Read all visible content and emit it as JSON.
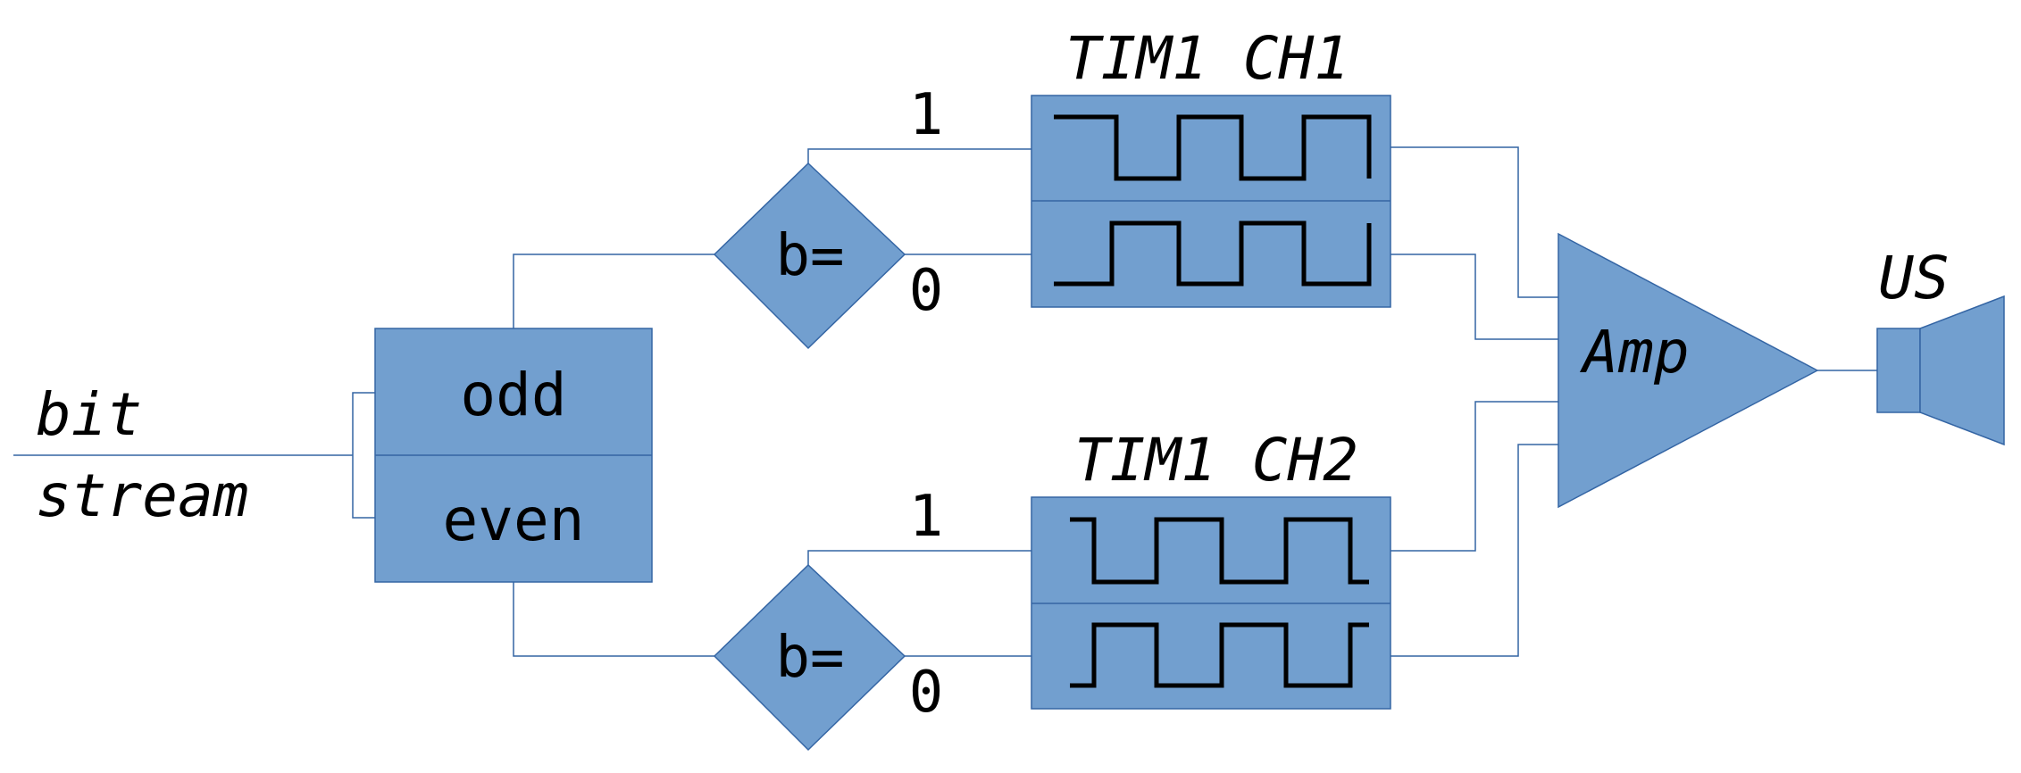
{
  "input": {
    "line1": "bit",
    "line2": "stream"
  },
  "splitter": {
    "top": "odd",
    "bottom": "even"
  },
  "decisions": [
    {
      "label": "b=",
      "one": "1",
      "zero": "0"
    },
    {
      "label": "b=",
      "one": "1",
      "zero": "0"
    }
  ],
  "timers": [
    {
      "title": "TIM1 CH1"
    },
    {
      "title": "TIM1 CH2"
    }
  ],
  "amplifier": {
    "label": "Amp"
  },
  "output": {
    "label": "US"
  }
}
